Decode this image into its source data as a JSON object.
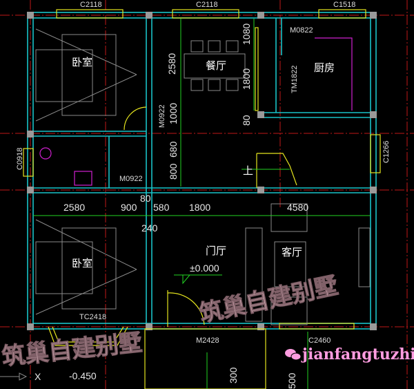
{
  "colors": {
    "wall": "#19c3c8",
    "window": "#e6e61e",
    "dimension": "#22d422",
    "axis": "#c01818",
    "column": "#9a9a9a",
    "text": "#ffffff",
    "watermark": "#f0c8d0",
    "wechat": "#ff9ce0"
  },
  "windows": {
    "top_left": "C2118",
    "top_mid": "C2118",
    "top_right": "C1518",
    "left": "C0918",
    "right": "C1266",
    "bay": "TC2418",
    "living": "C2460"
  },
  "doors": {
    "kitchen": "M0822",
    "kitchen_slide": "TM1822",
    "bath": "M0922",
    "bedroom": "M0922",
    "main": "M2428"
  },
  "rooms": {
    "bedroom_top": "卧室",
    "dining": "餐厅",
    "kitchen": "厨房",
    "bedroom_bottom": "卧室",
    "foyer": "门厅",
    "living": "客厅"
  },
  "dimensions": {
    "d1080": "1080",
    "d2580v": "2580",
    "d1800v": "1800",
    "d80v": "80",
    "d1000": "1000",
    "d680": "680",
    "d800": "800",
    "d2580": "2580",
    "d900": "900",
    "d80": "80",
    "d580": "580",
    "d1800": "1800",
    "d4580": "4580",
    "d240": "240",
    "d300": "300",
    "d500": "500"
  },
  "stair_label": "上",
  "elevation_main": "±0.000",
  "elevation_outside": "-0.450",
  "axis_marker": "X",
  "watermark": "筑巢自建别墅",
  "wechat_id": "jianfangtuzhi"
}
